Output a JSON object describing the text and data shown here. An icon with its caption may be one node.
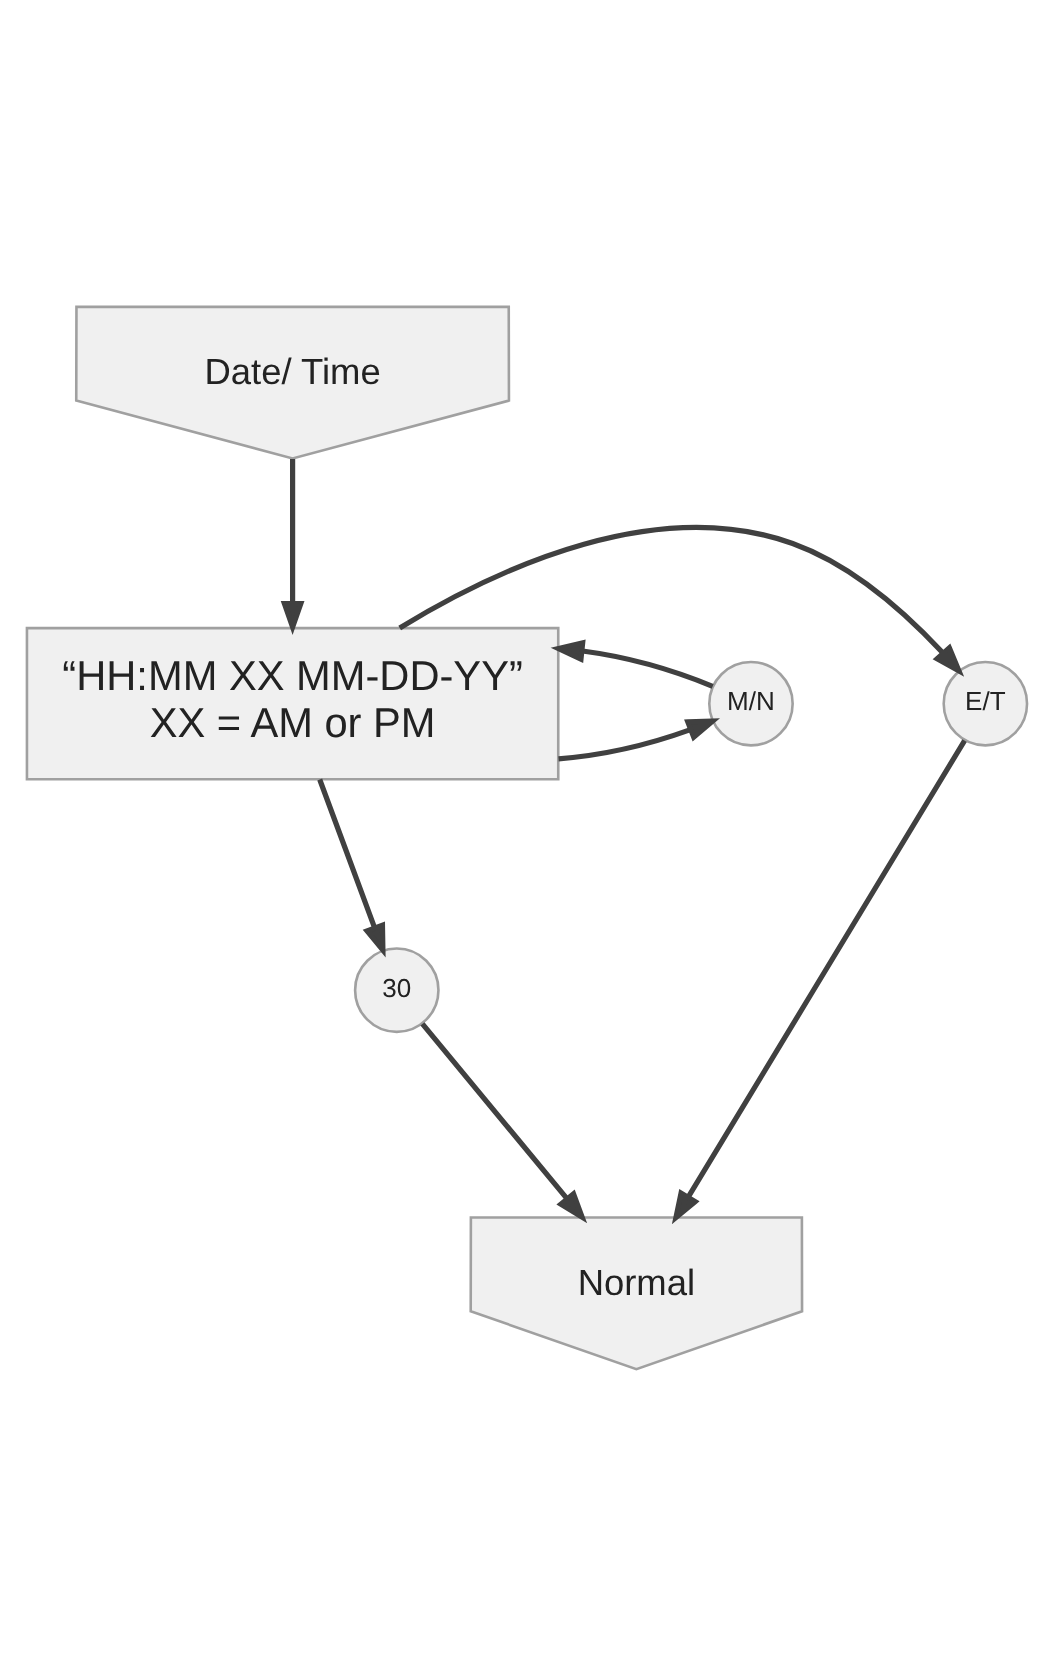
{
  "diagram": {
    "nodes": [
      {
        "text": [
          "Date/ Time"
        ]
      },
      {
        "text": [
          "“HH:MM XX MM-DD-YY”",
          "XX = AM or PM"
        ]
      },
      {
        "text": [
          "E/T"
        ]
      },
      {
        "text": [
          "M/N"
        ]
      },
      {
        "text": [
          "30"
        ]
      },
      {
        "text": [
          "Normal"
        ]
      }
    ],
    "edges": [
      {
        "from": 0,
        "to": 1,
        "arrow": "to"
      },
      {
        "from": 1,
        "to": 2,
        "arrow": "to"
      },
      {
        "from": 1,
        "to": 3,
        "arrow": "to"
      },
      {
        "from": 3,
        "to": 1,
        "arrow": "to"
      },
      {
        "from": 1,
        "to": 4,
        "arrow": "to"
      },
      {
        "from": 4,
        "to": 5,
        "arrow": "to"
      },
      {
        "from": 2,
        "to": 5,
        "arrow": "to"
      }
    ]
  }
}
